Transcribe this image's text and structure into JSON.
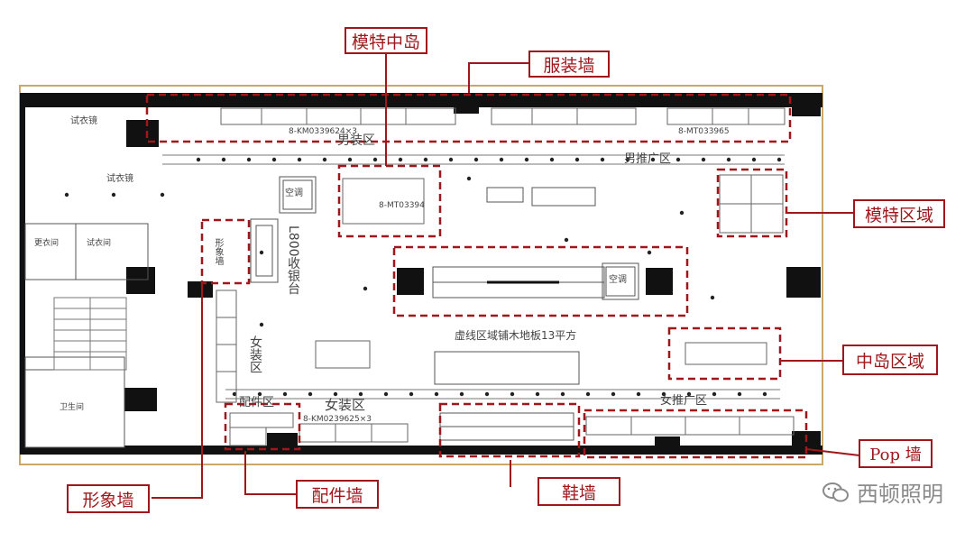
{
  "callouts": {
    "model_island": "模特中岛",
    "apparel_wall": "服装墙",
    "mannequin_area": "模特区域",
    "center_island": "中岛区域",
    "pop_wall": "Pop 墙",
    "shoe_wall": "鞋墙",
    "accessory_wall": "配件墙",
    "image_wall": "形象墙"
  },
  "plan": {
    "mens_zone": "男装区",
    "mens_promo": "男推广区",
    "womens_zone": "女装区",
    "womens_promo": "女推广区",
    "womens_vertical": "女装区",
    "accessory_zone": "配件区",
    "cashier": "L800收银台",
    "aircon_1": "空调",
    "aircon_2": "空调",
    "fitting_1": "试衣镜",
    "fitting_2": "试衣镜",
    "fitting_room_1": "更衣间",
    "fitting_room_2": "试衣间",
    "toilet": "卫生间",
    "wood_floor": "虚线区域铺木地板13平方",
    "image_wall_label": "形象墙",
    "code_1": "8-KM0339624×3",
    "code_2": "8-MT033965",
    "code_3": "8-KM0239625×3",
    "code_4": "8-MT03394"
  },
  "watermark": "西顿照明",
  "colors": {
    "accent": "#a0171b",
    "frame": "#c9a86a",
    "wall": "#111111",
    "line": "#555555"
  }
}
